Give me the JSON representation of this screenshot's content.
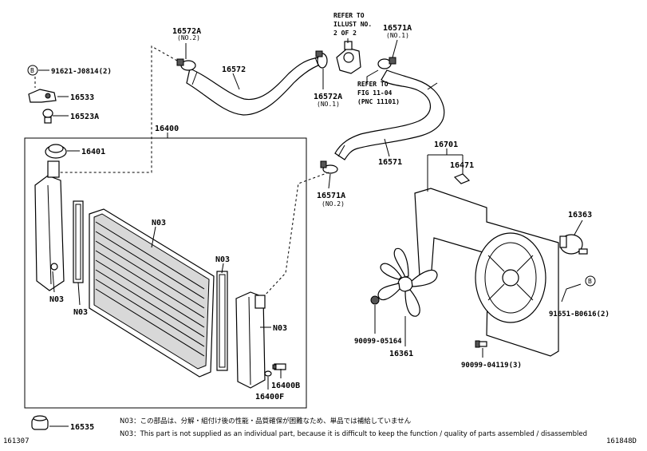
{
  "diagram": {
    "labels": {
      "p16572A_2": "16572A",
      "p16572A_2_sub": "(NO.2)",
      "p16572": "16572",
      "p16572A_1": "16572A",
      "p16572A_1_sub": "(NO.1)",
      "p16571A_1": "16571A",
      "p16571A_1_sub": "(NO.1)",
      "p16571": "16571",
      "p16571A_2": "16571A",
      "p16571A_2_sub": "(NO.2)",
      "p91621": "91621-J0814(2)",
      "p16533": "16533",
      "p16523A": "16523A",
      "p16400": "16400",
      "p16401": "16401",
      "p16701": "16701",
      "p16471": "16471",
      "p16363": "16363",
      "p91651": "91651-B0616(2)",
      "p90099_05164": "90099-05164",
      "p16361": "16361",
      "p90099_04119": "90099-04119(3)",
      "p16400B": "16400B",
      "p16400F": "16400F",
      "p16535": "16535",
      "n03_radiator": "N03",
      "n03_seal_right": "N03",
      "n03_tank_right": "N03",
      "n03_left_tank": "N03",
      "n03_left_seal": "N03",
      "circle_b_top": "B",
      "circle_b_right": "B"
    },
    "refer_top": [
      "REFER TO",
      "ILLUST NO.",
      "2 OF 2"
    ],
    "refer_fig": [
      "REFER TO",
      "FIG 11-04",
      "(PNC 11101)"
    ],
    "notes": {
      "jp": "N03：この部品は、分解・組付け後の性能・品質確保が困難なため、単品では補給していません",
      "en": "N03：This part is not supplied as an individual part, because it is difficult to keep the function / quality of parts assembled / disassembled"
    },
    "codes": {
      "left": "161307",
      "right": "161848D"
    }
  }
}
